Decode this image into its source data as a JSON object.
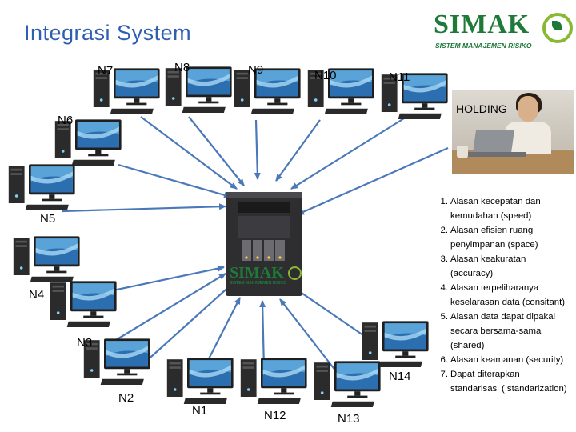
{
  "title": "Integrasi System",
  "logo": {
    "text": "SIMAK",
    "subtitle": "SISTEM MANAJEMEN RISIKO"
  },
  "holding_label": "HOLDING",
  "nodes": {
    "n1": "N1",
    "n2": "N2",
    "n3": "N3",
    "n4": "N4",
    "n5": "N5",
    "n6": "N6",
    "n7": "N7",
    "n8": "N8",
    "n9": "N9",
    "n10": "N10",
    "n11": "N11",
    "n12": "N12",
    "n13": "N13",
    "n14": "N14"
  },
  "server_logo": {
    "text": "SIMAK",
    "subtitle": "SISTEM MANAJEMEN RISIKO"
  },
  "reasons": [
    {
      "num": "1.",
      "line1": "Alasan kecepatan dan",
      "line2": "kemudahan (speed)"
    },
    {
      "num": "2.",
      "line1": "Alasan efisien ruang",
      "line2": "penyimpanan (space)"
    },
    {
      "num": "3.",
      "line1": "Alasan keakuratan",
      "line2": "(accuracy)"
    },
    {
      "num": "4.",
      "line1": "Alasan terpeliharanya",
      "line2": "keselarasan data (consitant)"
    },
    {
      "num": "5.",
      "line1": "Alasan data dapat dipakai",
      "line2": "secara bersama-sama",
      "line3": "(shared)"
    },
    {
      "num": "6.",
      "line1": "Alasan keamanan (security)"
    },
    {
      "num": "7.",
      "line1": "Dapat diterapkan",
      "line2": "standarisasi ( standarization)"
    }
  ],
  "colors": {
    "title": "#2f5fb0",
    "arrow": "#4a78b8",
    "logo_green": "#1f7a3a",
    "logo_lime": "#8ab832"
  }
}
